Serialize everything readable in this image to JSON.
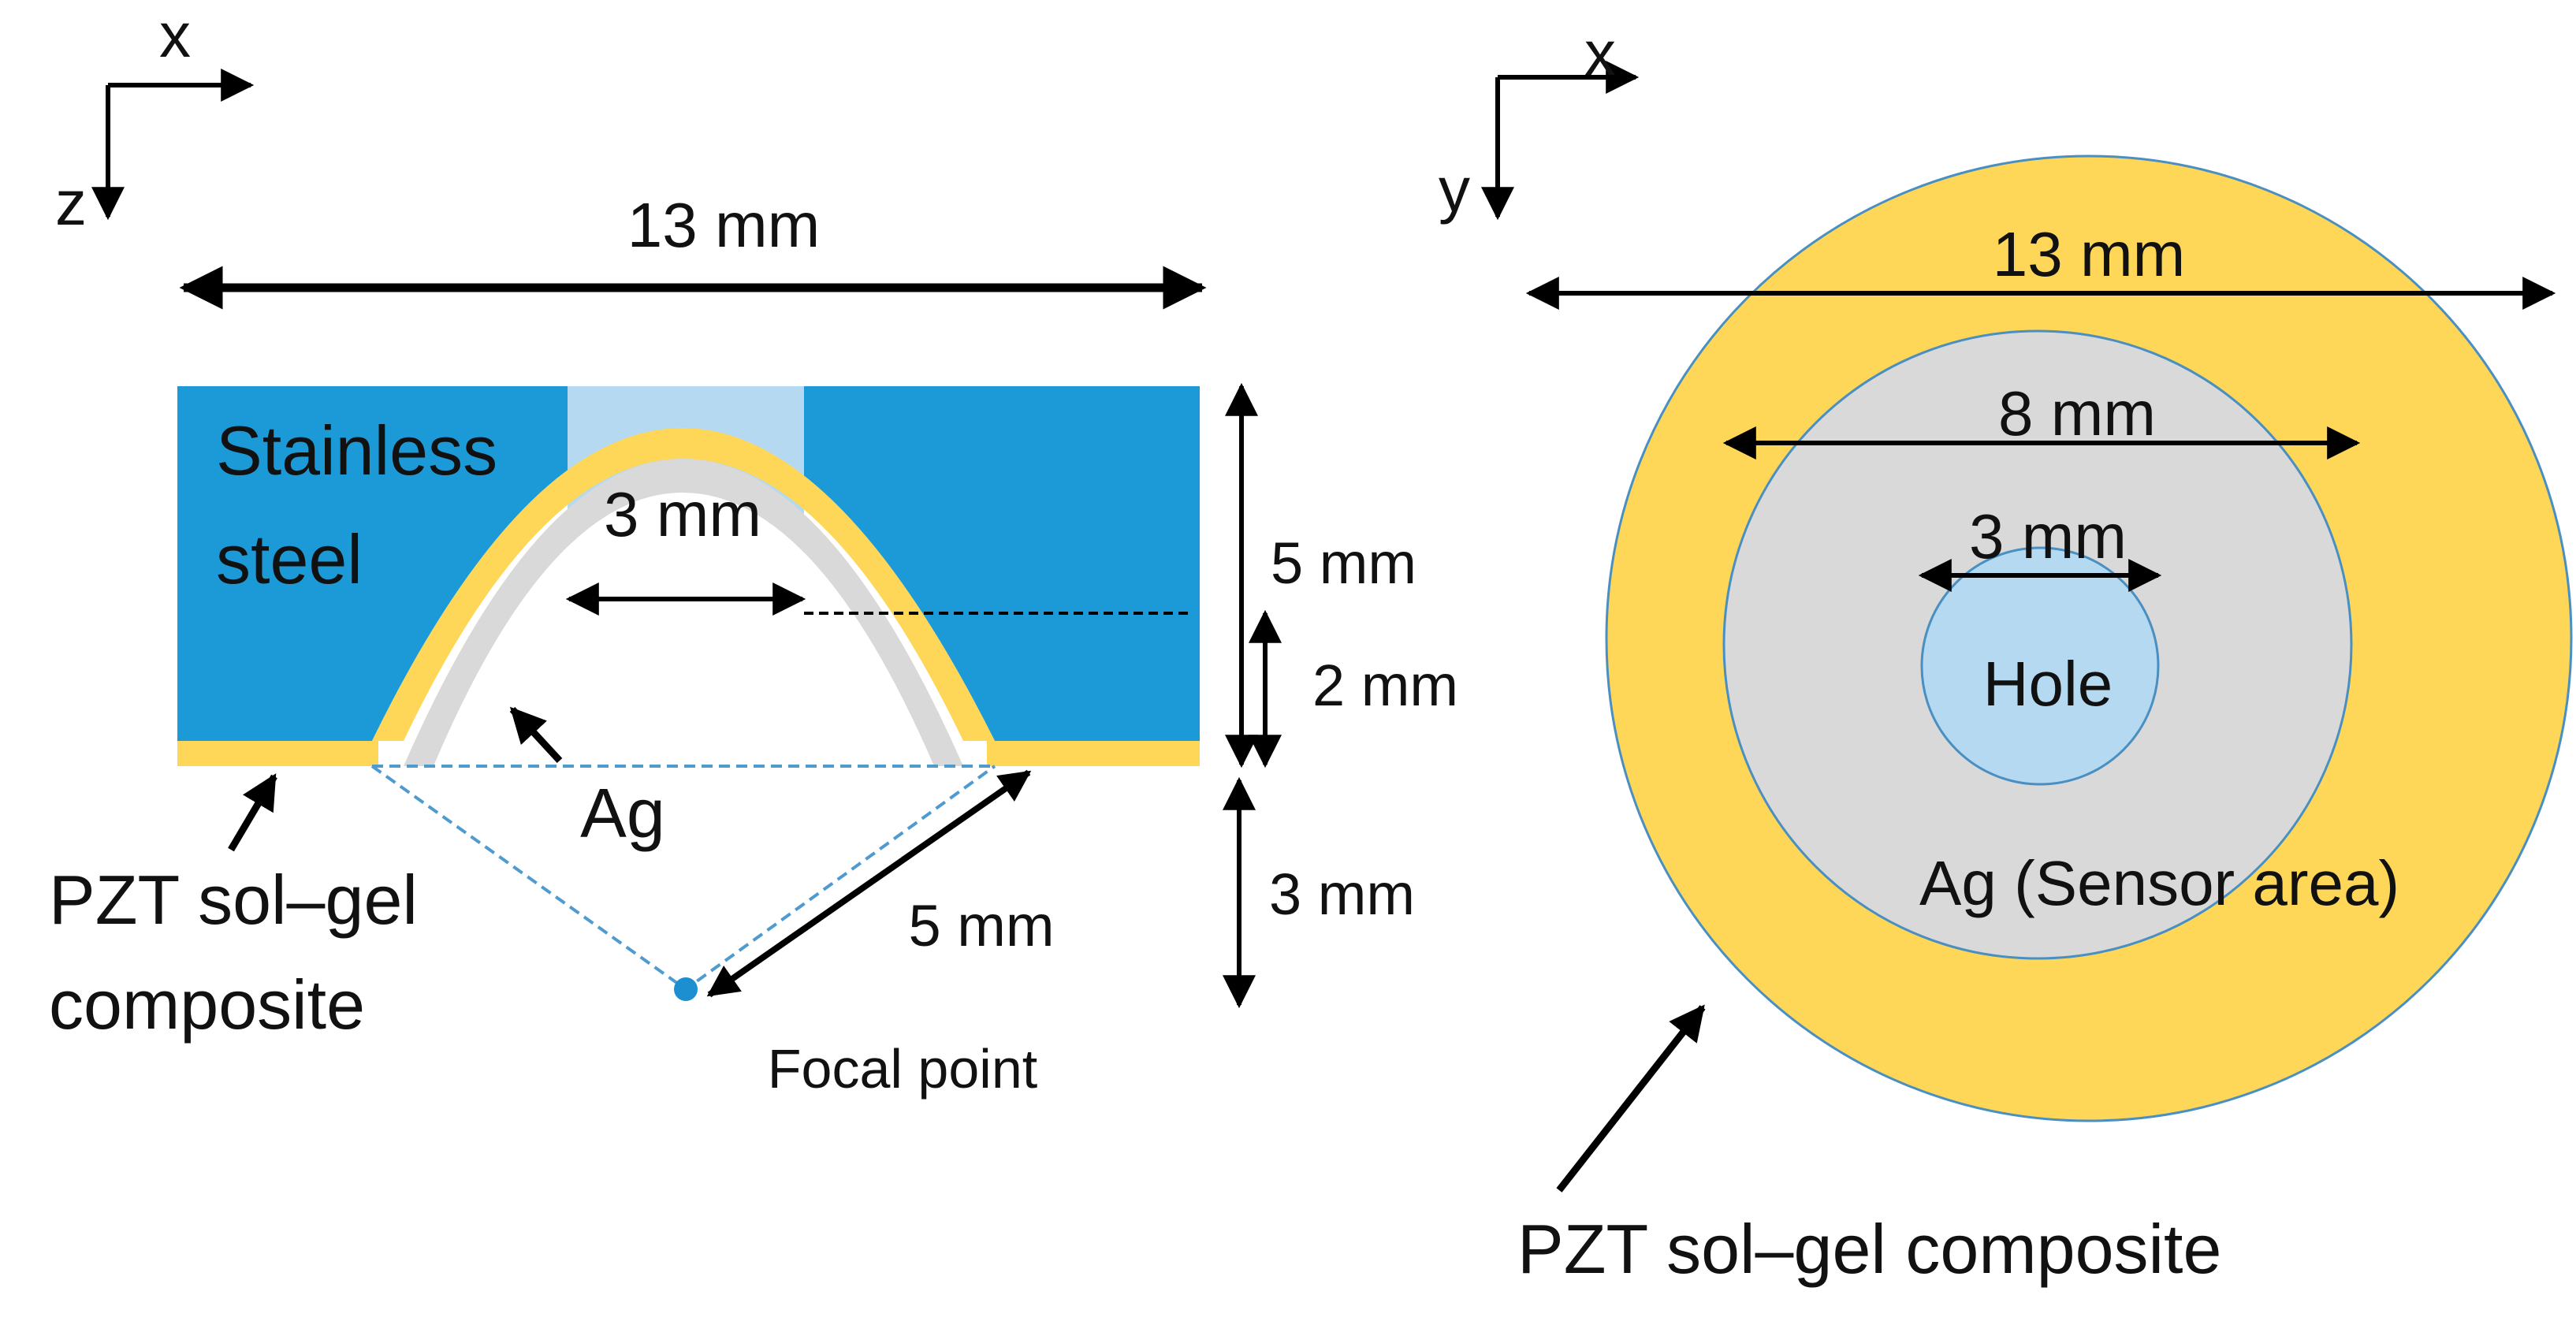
{
  "colors": {
    "steel": "#1b9ad7",
    "hole": "#b5d9f0",
    "pzt": "#fed758",
    "silver": "#d9d9d9",
    "outline": "#4a8fc2",
    "arrow": "#000000",
    "focal_point": "#1b8fd0"
  },
  "left_view": {
    "axes": {
      "x_label": "x",
      "z_label": "z"
    },
    "width_label": "13 mm",
    "steel_label_line1": "Stainless",
    "steel_label_line2": "steel",
    "hole_width_label": "3 mm",
    "total_thickness_label": "5 mm",
    "dome_depth_label": "2 mm",
    "below_depth_label": "3 mm",
    "radius_label": "5 mm",
    "ag_label": "Ag",
    "pzt_label_line1": "PZT sol–gel",
    "pzt_label_line2": "composite",
    "focal_label": "Focal point"
  },
  "right_view": {
    "axes": {
      "x_label": "x",
      "y_label": "y"
    },
    "outer_label": "13 mm",
    "middle_label": "8 mm",
    "inner_label": "3 mm",
    "hole_label": "Hole",
    "ag_label": "Ag (Sensor area)",
    "pzt_label": "PZT sol–gel composite"
  }
}
